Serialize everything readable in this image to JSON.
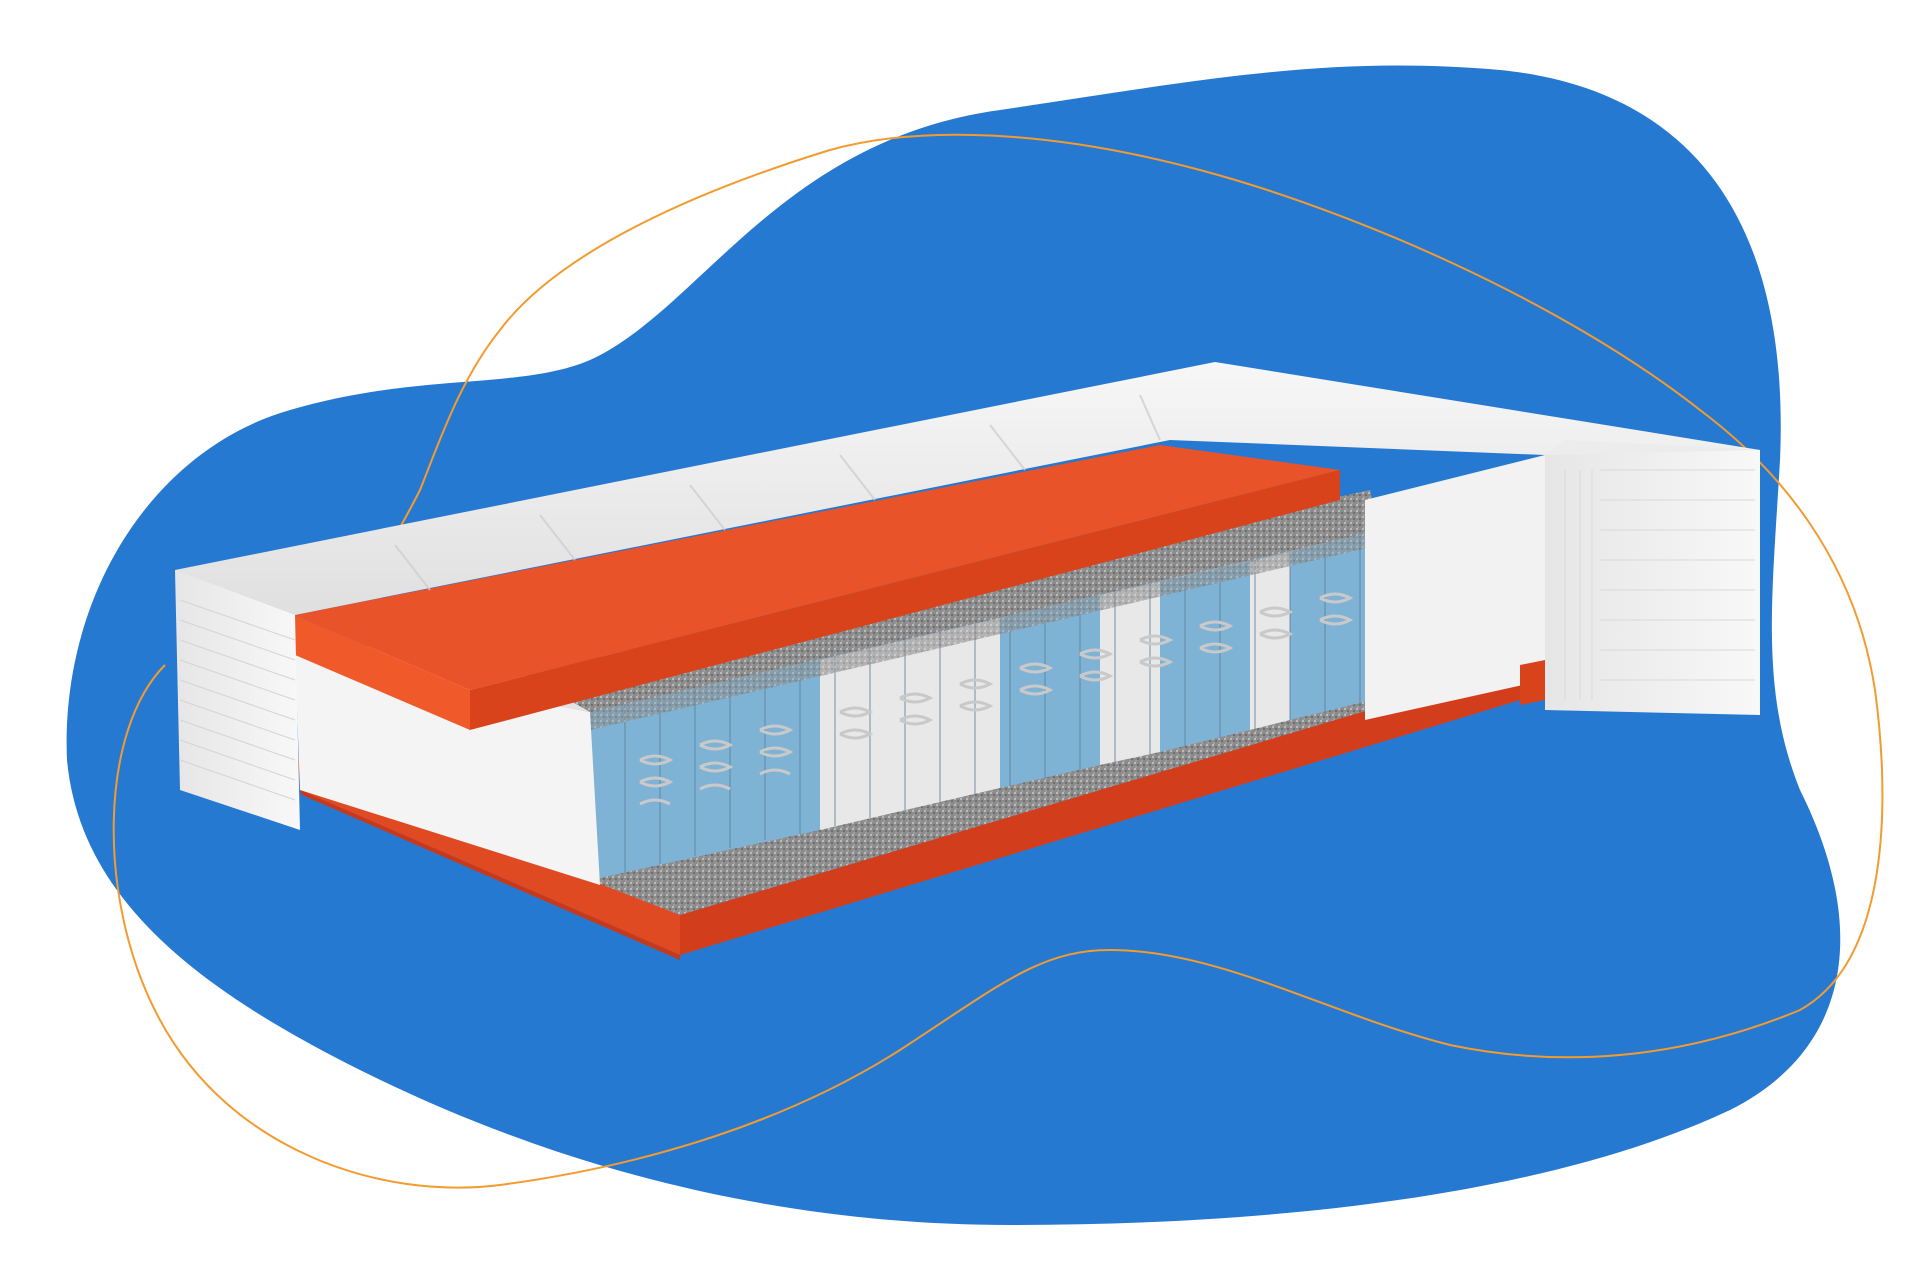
{
  "image": {
    "description": "Cutaway illustration of a pocket-spring mattress on an abstract blue blob background with an orange outline curve",
    "subject": "pocket spring mattress cross-section"
  },
  "layers": [
    {
      "name": "white quilted cover"
    },
    {
      "name": "orange comfort foam (top)"
    },
    {
      "name": "gray felt pad (top)"
    },
    {
      "name": "pocket springs (blue and white zones)"
    },
    {
      "name": "white foam edge support"
    },
    {
      "name": "gray felt pad (bottom)"
    },
    {
      "name": "orange comfort foam (bottom)"
    }
  ],
  "colors": {
    "background": "#FFFFFF",
    "blob": "#2679D1",
    "outline_curve": "#F29B30",
    "foam_orange": "#E8532A",
    "foam_orange_dark": "#D9431C",
    "cover_white": "#F2F2F2",
    "cover_shade": "#D9D9D9",
    "felt_gray": "#8C8C8C",
    "pocket_blue": "#7FB3D5",
    "pocket_white": "#EDEDED",
    "spring_steel": "#B5B5B5"
  }
}
